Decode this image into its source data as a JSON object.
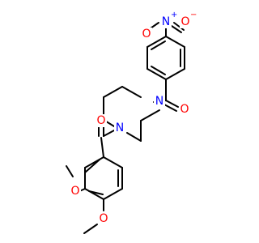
{
  "molecule": {
    "atoms": {
      "n_top": "N",
      "n_top_charge": "+",
      "o_nitro_left": "O",
      "o_nitro_right": "O",
      "o_nitro_right_charge": "−",
      "o_ketone_upper": "O",
      "n_piperazine_right": "N",
      "n_piperazine_left": "N",
      "o_ketone_lower": "O",
      "o_methoxy_3": "O",
      "o_methoxy_4": "O"
    },
    "colors": {
      "bond": "#000000",
      "oxygen": "#ff0000",
      "nitrogen": "#0000ff",
      "background": "#ffffff"
    }
  }
}
